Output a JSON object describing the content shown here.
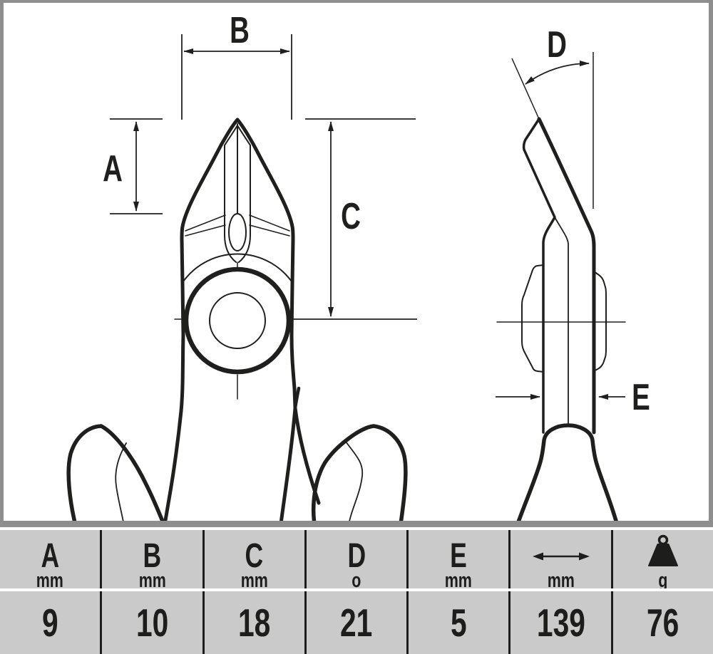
{
  "drawing": {
    "labels": {
      "A": "A",
      "B": "B",
      "C": "C",
      "D": "D",
      "E": "E"
    }
  },
  "table": {
    "columns": [
      {
        "label": "A",
        "unit": "mm",
        "value": "9"
      },
      {
        "label": "B",
        "unit": "mm",
        "value": "10"
      },
      {
        "label": "C",
        "unit": "mm",
        "value": "18"
      },
      {
        "label": "D",
        "unit": "o",
        "value": "21"
      },
      {
        "label": "E",
        "unit": "mm",
        "value": "5"
      },
      {
        "icon": "arrow-left-right-icon",
        "unit": "mm",
        "value": "139"
      },
      {
        "icon": "weight-icon",
        "unit": "g",
        "value": "76"
      }
    ]
  },
  "colors": {
    "frame_gray": "#8e8e8e",
    "cell_gray": "#cbcaca",
    "line_black": "#1d1d1b",
    "background": "#ffffff"
  }
}
